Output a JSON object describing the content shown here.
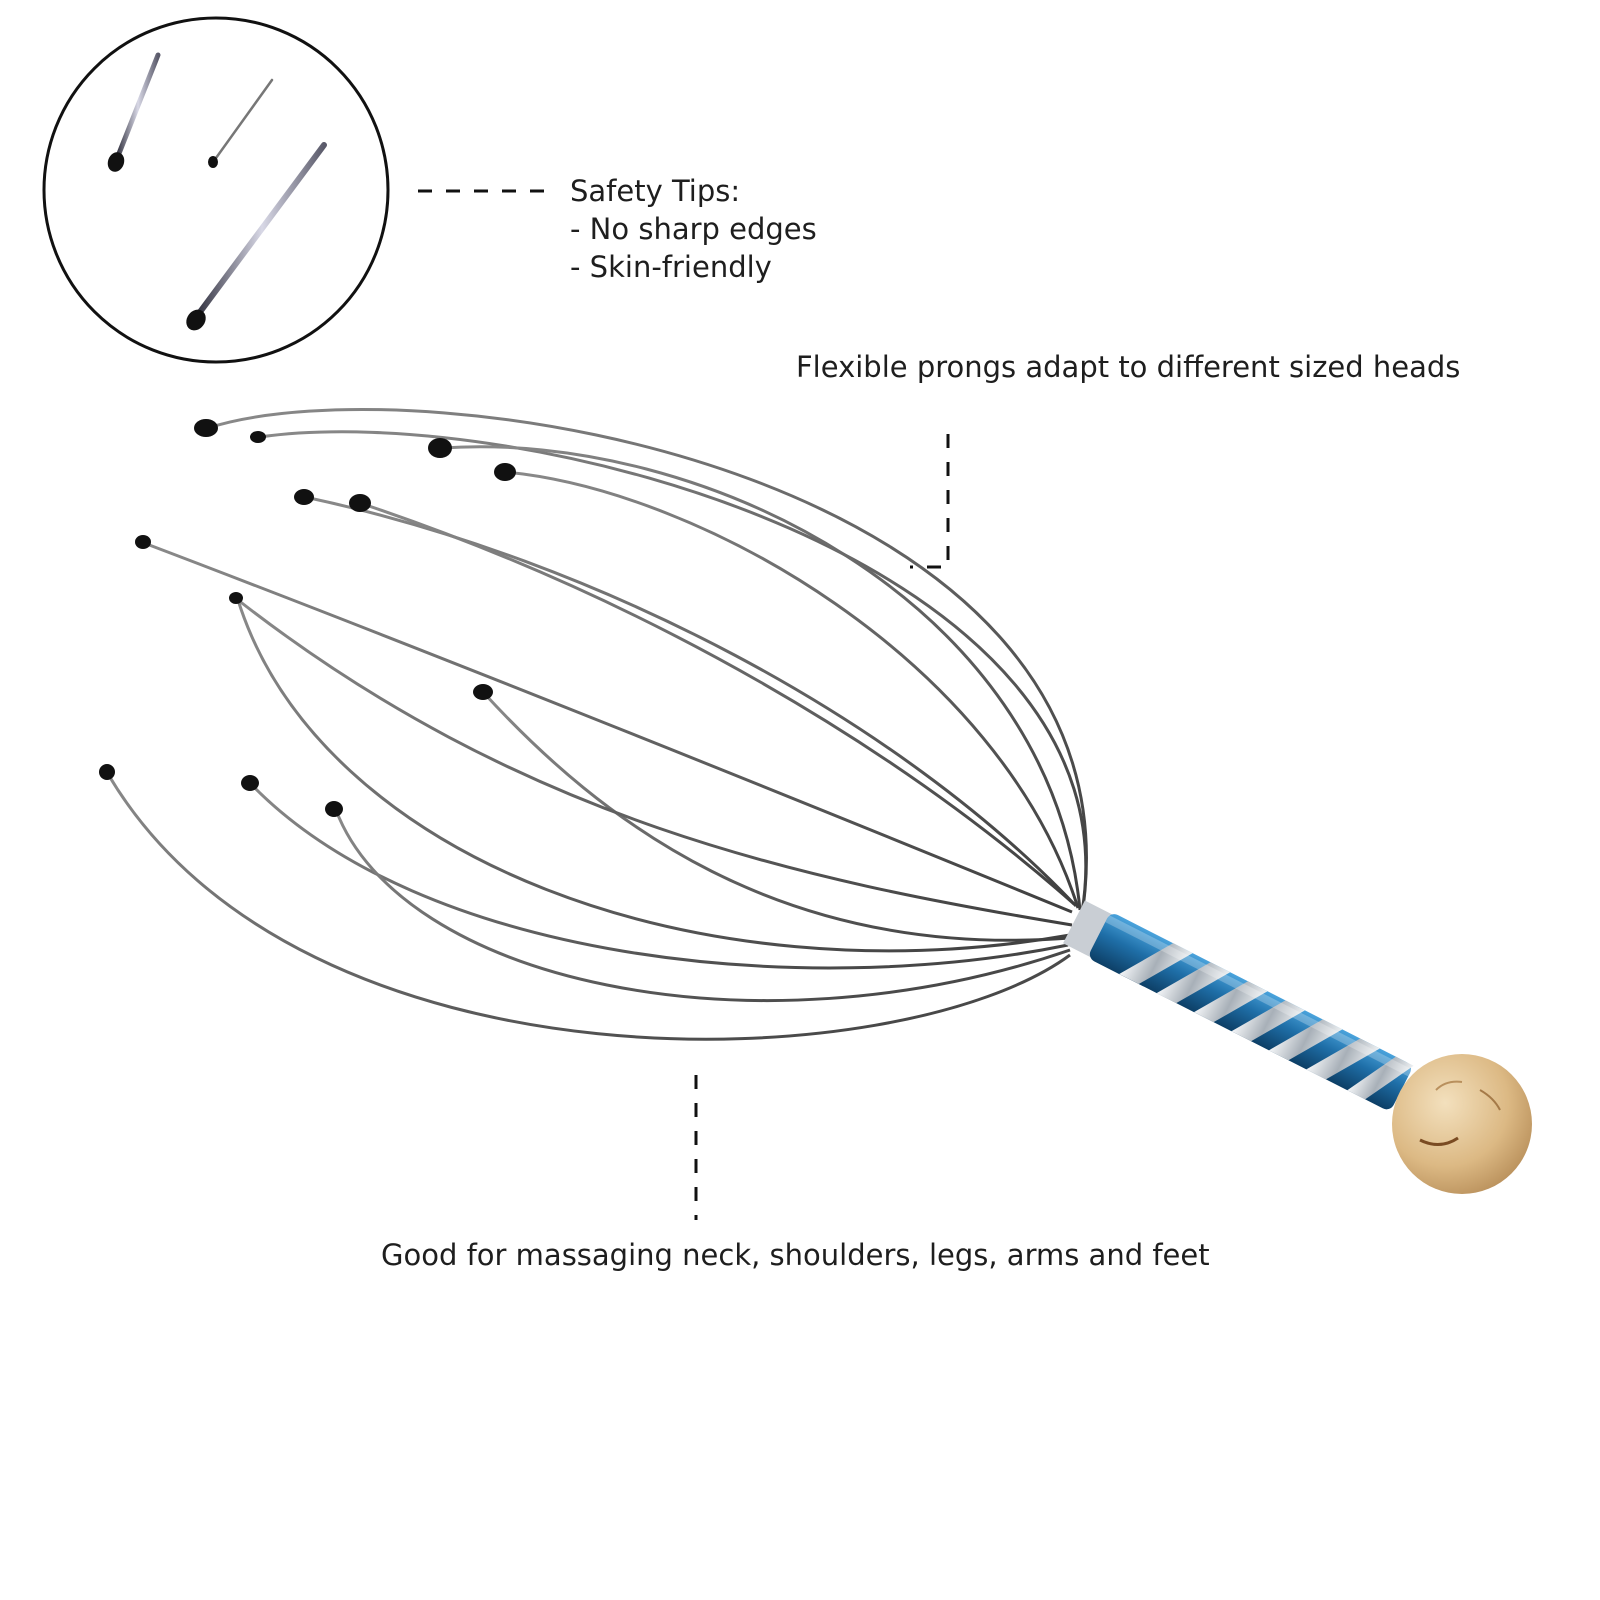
{
  "callouts": {
    "safety_tips": {
      "title": "Safety Tips:",
      "items": [
        "- No sharp edges",
        "- Skin-friendly"
      ]
    },
    "flexible_prongs": "Flexible prongs adapt to different sized heads",
    "good_for": "Good for massaging neck, shoulders, legs, arms and feet"
  },
  "colors": {
    "background": "#ffffff",
    "text": "#1e1e1e",
    "wire": "#5a5a5a",
    "tip": "#111111",
    "handle_blue": "#1f6fa8",
    "handle_silver": "#d9dde2",
    "knob_wood": "#e2c79a"
  },
  "icons": [
    "magnifier-circle",
    "wire-prong",
    "blue-handle",
    "wooden-knob"
  ]
}
